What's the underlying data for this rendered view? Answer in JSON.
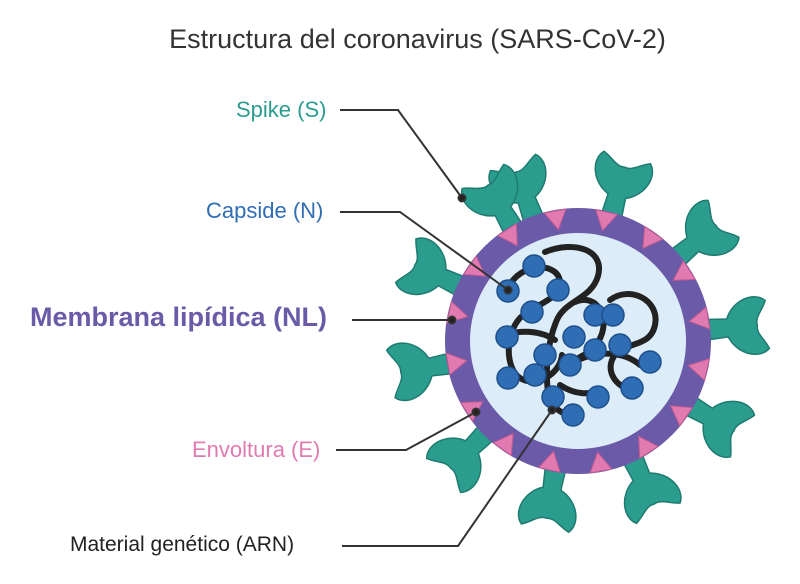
{
  "title": "Estructura del coronavirus (SARS-CoV-2)",
  "labels": {
    "spike": "Spike (S)",
    "capside": "Capside (N)",
    "membrana": "Membrana lipídica (NL)",
    "envoltura": "Envoltura (E)",
    "material": "Material genético (ARN)"
  },
  "colors": {
    "spike": "#2a9d8f",
    "spike_dark": "#1f7a70",
    "capside": "#2f6db5",
    "membrana": "#6a5aa8",
    "envoltura": "#e07ab0",
    "material": "#222222",
    "interior": "#dcecf8",
    "title": "#333333"
  }
}
